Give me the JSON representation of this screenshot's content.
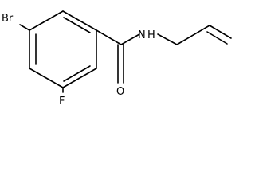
{
  "molecule": {
    "atoms": {
      "bromine": "Br",
      "fluorine": "F",
      "oxygen": "O",
      "nitrogen": "N",
      "nitrogen_hydrogen": "H"
    },
    "line_color": "#000000",
    "background": "#ffffff"
  }
}
